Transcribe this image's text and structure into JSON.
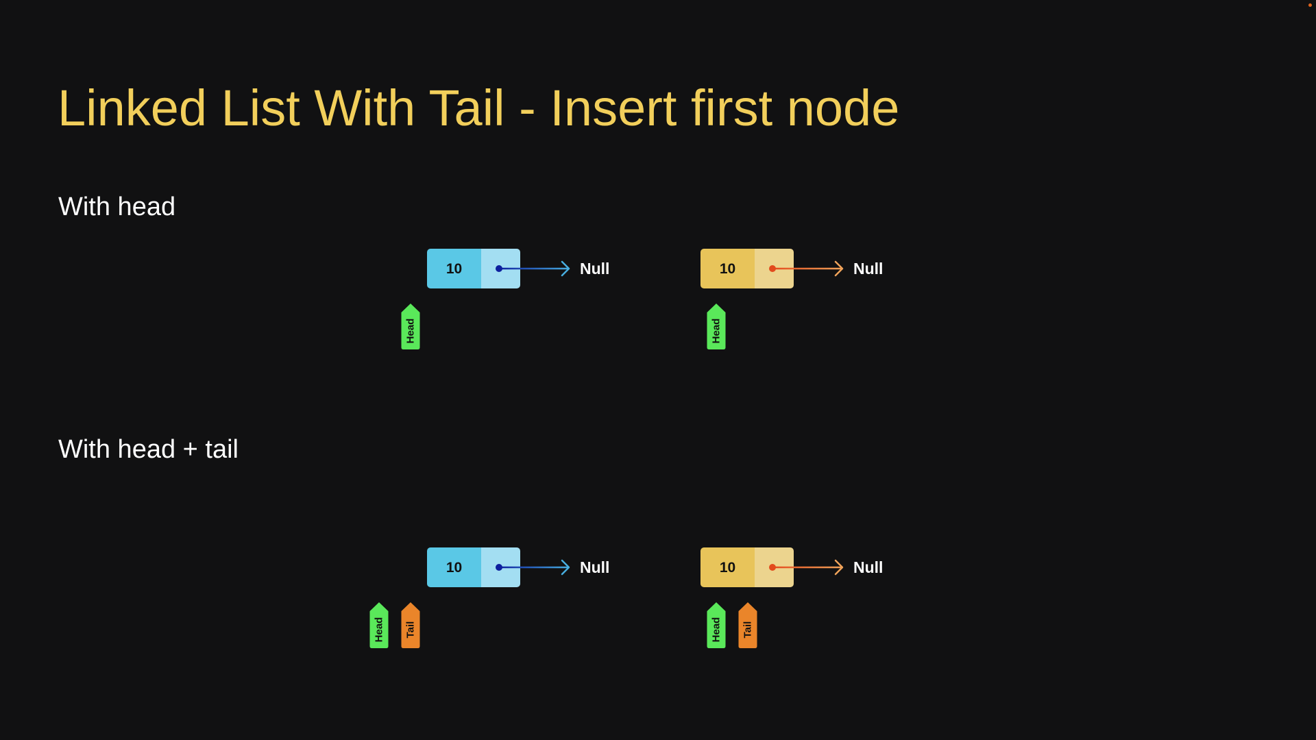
{
  "slide": {
    "title": "Linked List With Tail - Insert first node",
    "sections": [
      {
        "label": "With head"
      },
      {
        "label": "With head + tail"
      }
    ]
  },
  "nodes": [
    {
      "value": "10",
      "next": "Null",
      "theme": "blue"
    },
    {
      "value": "10",
      "next": "Null",
      "theme": "yellow"
    },
    {
      "value": "10",
      "next": "Null",
      "theme": "blue"
    },
    {
      "value": "10",
      "next": "Null",
      "theme": "yellow"
    }
  ],
  "pointers": [
    {
      "label": "Head",
      "kind": "head"
    },
    {
      "label": "Head",
      "kind": "head"
    },
    {
      "label": "Head",
      "kind": "head"
    },
    {
      "label": "Tail",
      "kind": "tail"
    },
    {
      "label": "Head",
      "kind": "head"
    },
    {
      "label": "Tail",
      "kind": "tail"
    }
  ],
  "colors": {
    "background": "#111112",
    "title": "#f2cf5b",
    "text": "#ffffff",
    "blue_data": "#5ac8e6",
    "blue_next": "#a3def2",
    "blue_dot": "#0d1f9e",
    "blue_arrow": "#48aee0",
    "yellow_data": "#e8c45a",
    "yellow_next": "#ecd48e",
    "yellow_dot": "#e24a1c",
    "yellow_arrow": "#f0a35a",
    "head_tag": "#5ae85a",
    "tail_tag": "#ea852a",
    "tag_text": "#111111",
    "corner_dot": "#e0641e"
  }
}
